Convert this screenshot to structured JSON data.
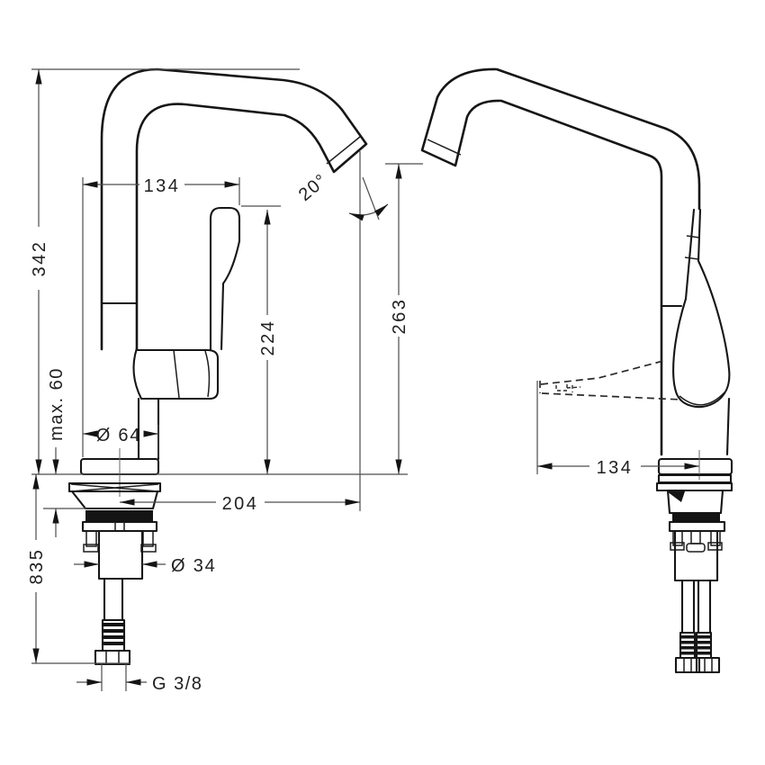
{
  "drawing": {
    "type": "faucet-installation-dimension-drawing",
    "views": [
      "side-view-with-handle",
      "front-view-with-swivel-spout"
    ]
  },
  "labels": {
    "total_height": "342",
    "spout_offset_top": "134",
    "swivel_angle": "20°",
    "spout_tip_height": "263",
    "handle_height": "224",
    "counter_thickness": "max. 60",
    "escutcheon_diameter": "Ø 64",
    "spout_reach": "204",
    "hose_length": "835",
    "shank_diameter": "Ø 34",
    "connection_thread": "G 3/8",
    "front_projection": "134"
  },
  "colors": {
    "line": "#161616",
    "dimension_line": "#4d4d4d",
    "text": "#1f1f1f",
    "background": "#ffffff"
  }
}
